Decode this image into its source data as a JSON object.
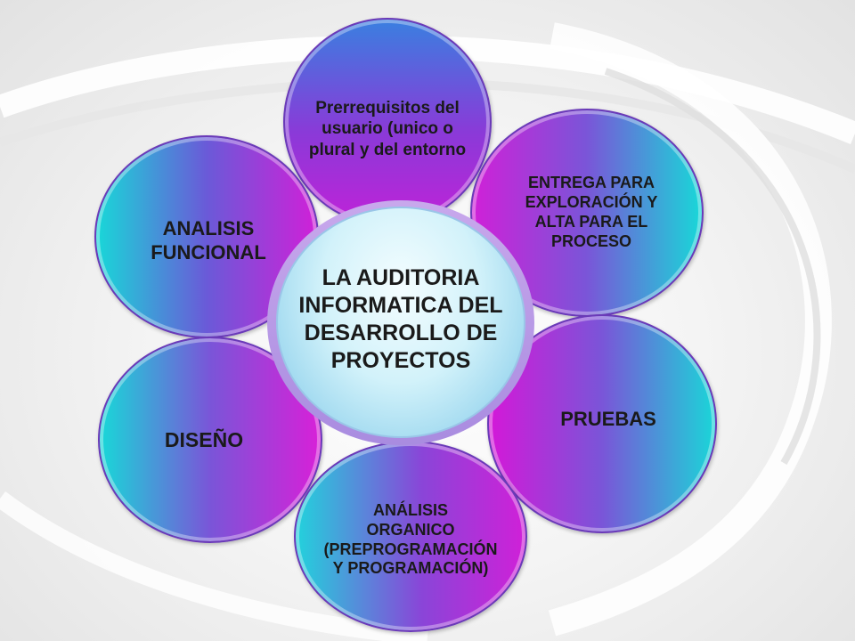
{
  "center": {
    "lines": [
      "LA AUDITORIA",
      "INFORMATICA DEL",
      "DESARROLLO DE",
      "PROYECTOS"
    ]
  },
  "nodes": {
    "top": {
      "lines": [
        "Prerrequisitos del",
        "usuario (unico o",
        "plural y del entorno"
      ]
    },
    "top_right": {
      "lines": [
        "ENTREGA PARA",
        "EXPLORACIÓN Y",
        "ALTA PARA EL",
        "PROCESO"
      ]
    },
    "right": {
      "lines": [
        "PRUEBAS"
      ]
    },
    "bottom": {
      "lines": [
        "ANÁLISIS",
        "ORGANICO",
        "(PREPROGRAMACIÓN",
        "Y PROGRAMACIÓN)"
      ]
    },
    "left": {
      "lines": [
        "DISEÑO"
      ]
    },
    "top_left": {
      "lines": [
        "ANALISIS",
        "FUNCIONAL"
      ]
    }
  },
  "colors": {
    "cyan": "#18d8d8",
    "magenta": "#d020d8",
    "violet": "#7a55d8",
    "center_light": "#d2f2fa",
    "center_edge": "#7ec8e8"
  }
}
